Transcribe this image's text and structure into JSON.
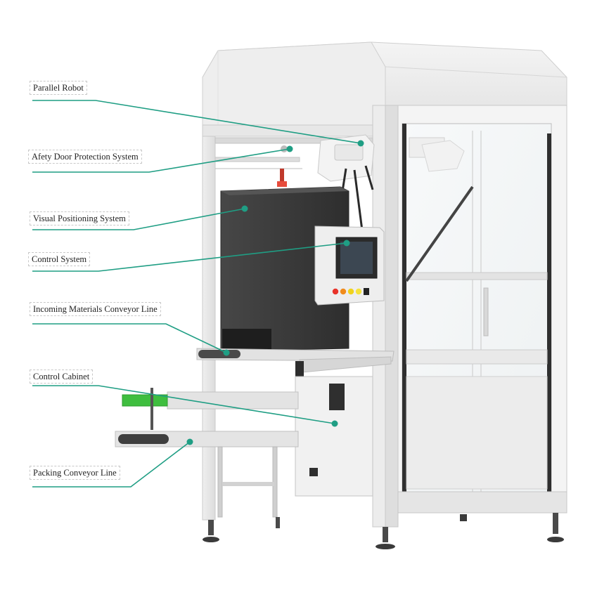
{
  "colors": {
    "leader": "#1f9e84",
    "frame": "#ebebeb",
    "frame_edge": "#c9c9c9",
    "housing": "#3c3c3c",
    "accent_green": "#3fbe3f"
  },
  "callouts": [
    {
      "id": "parallel-robot",
      "label": "Parallel Robot"
    },
    {
      "id": "safety-door",
      "label": "Afety Door Protection System"
    },
    {
      "id": "visual-positioning",
      "label": "Visual Positioning System"
    },
    {
      "id": "control-system",
      "label": "Control System"
    },
    {
      "id": "incoming-conveyor",
      "label": "Incoming Materials Conveyor Line"
    },
    {
      "id": "control-cabinet",
      "label": "Control Cabinet"
    },
    {
      "id": "packing-conveyor",
      "label": "Packing Conveyor Line"
    }
  ],
  "control_panel_buttons": [
    {
      "name": "red-button",
      "color": "#e8332a"
    },
    {
      "name": "orange-button",
      "color": "#f08c1c"
    },
    {
      "name": "yellow-button",
      "color": "#f0d21c"
    },
    {
      "name": "yellow-button-2",
      "color": "#f5e23c"
    },
    {
      "name": "black-button",
      "color": "#222222"
    }
  ]
}
